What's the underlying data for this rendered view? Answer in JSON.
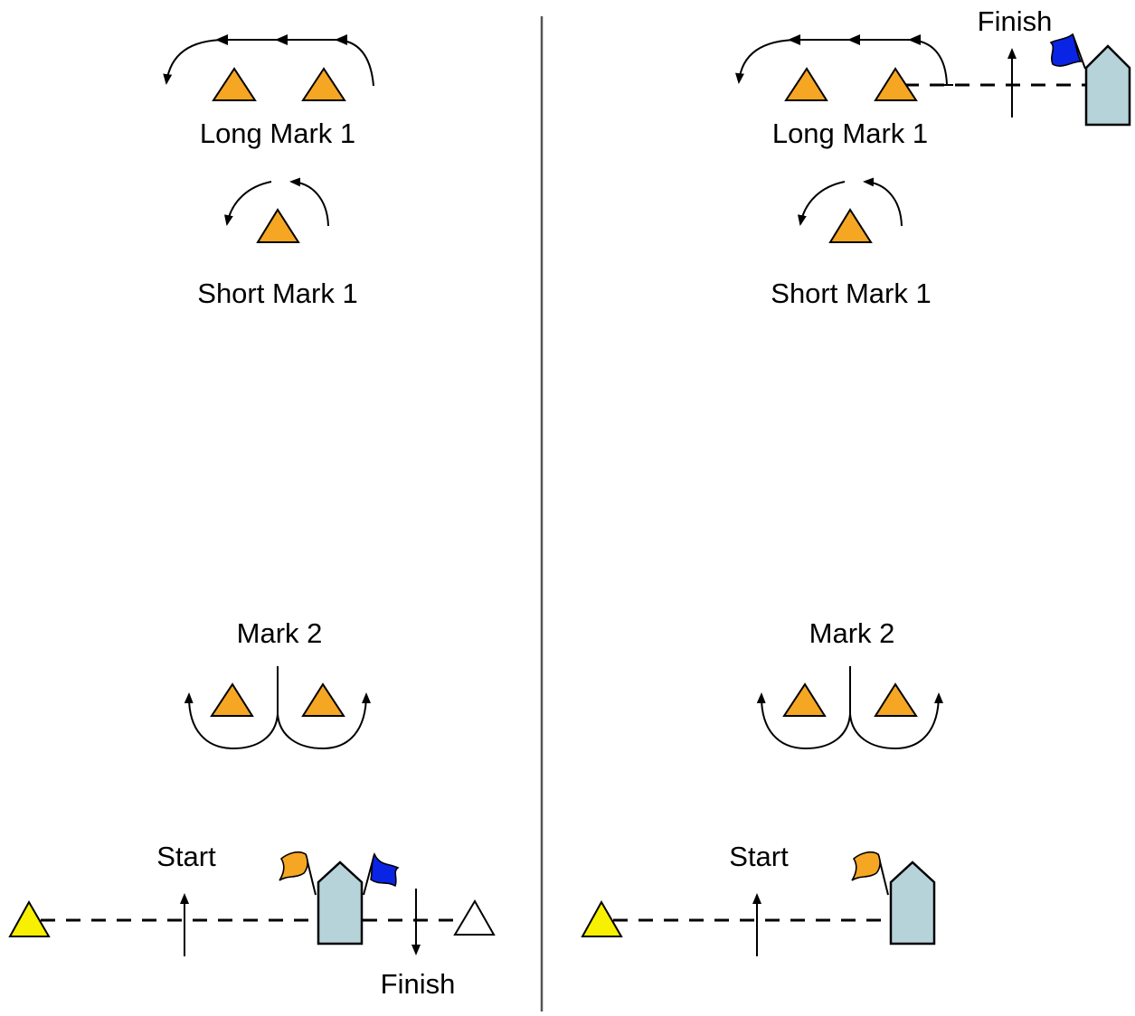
{
  "left_course": {
    "labels": {
      "long_mark": "Long Mark 1",
      "short_mark": "Short Mark 1",
      "mark2": "Mark 2",
      "start": "Start",
      "finish": "Finish"
    }
  },
  "right_course": {
    "labels": {
      "long_mark": "Long Mark 1",
      "short_mark": "Short Mark 1",
      "mark2": "Mark 2",
      "start": "Start",
      "finish": "Finish"
    }
  },
  "colors": {
    "mark": "#f5a623",
    "pin_start": "#f7f000",
    "pin_finish": "#ffffff",
    "committee_boat": "#b7d3da",
    "flag_orange": "#f5a623",
    "flag_blue": "#0a24e6"
  },
  "icons": {
    "mark": "triangle-buoy",
    "committee_boat": "boat-pentagon",
    "flag": "pennant-flag"
  }
}
